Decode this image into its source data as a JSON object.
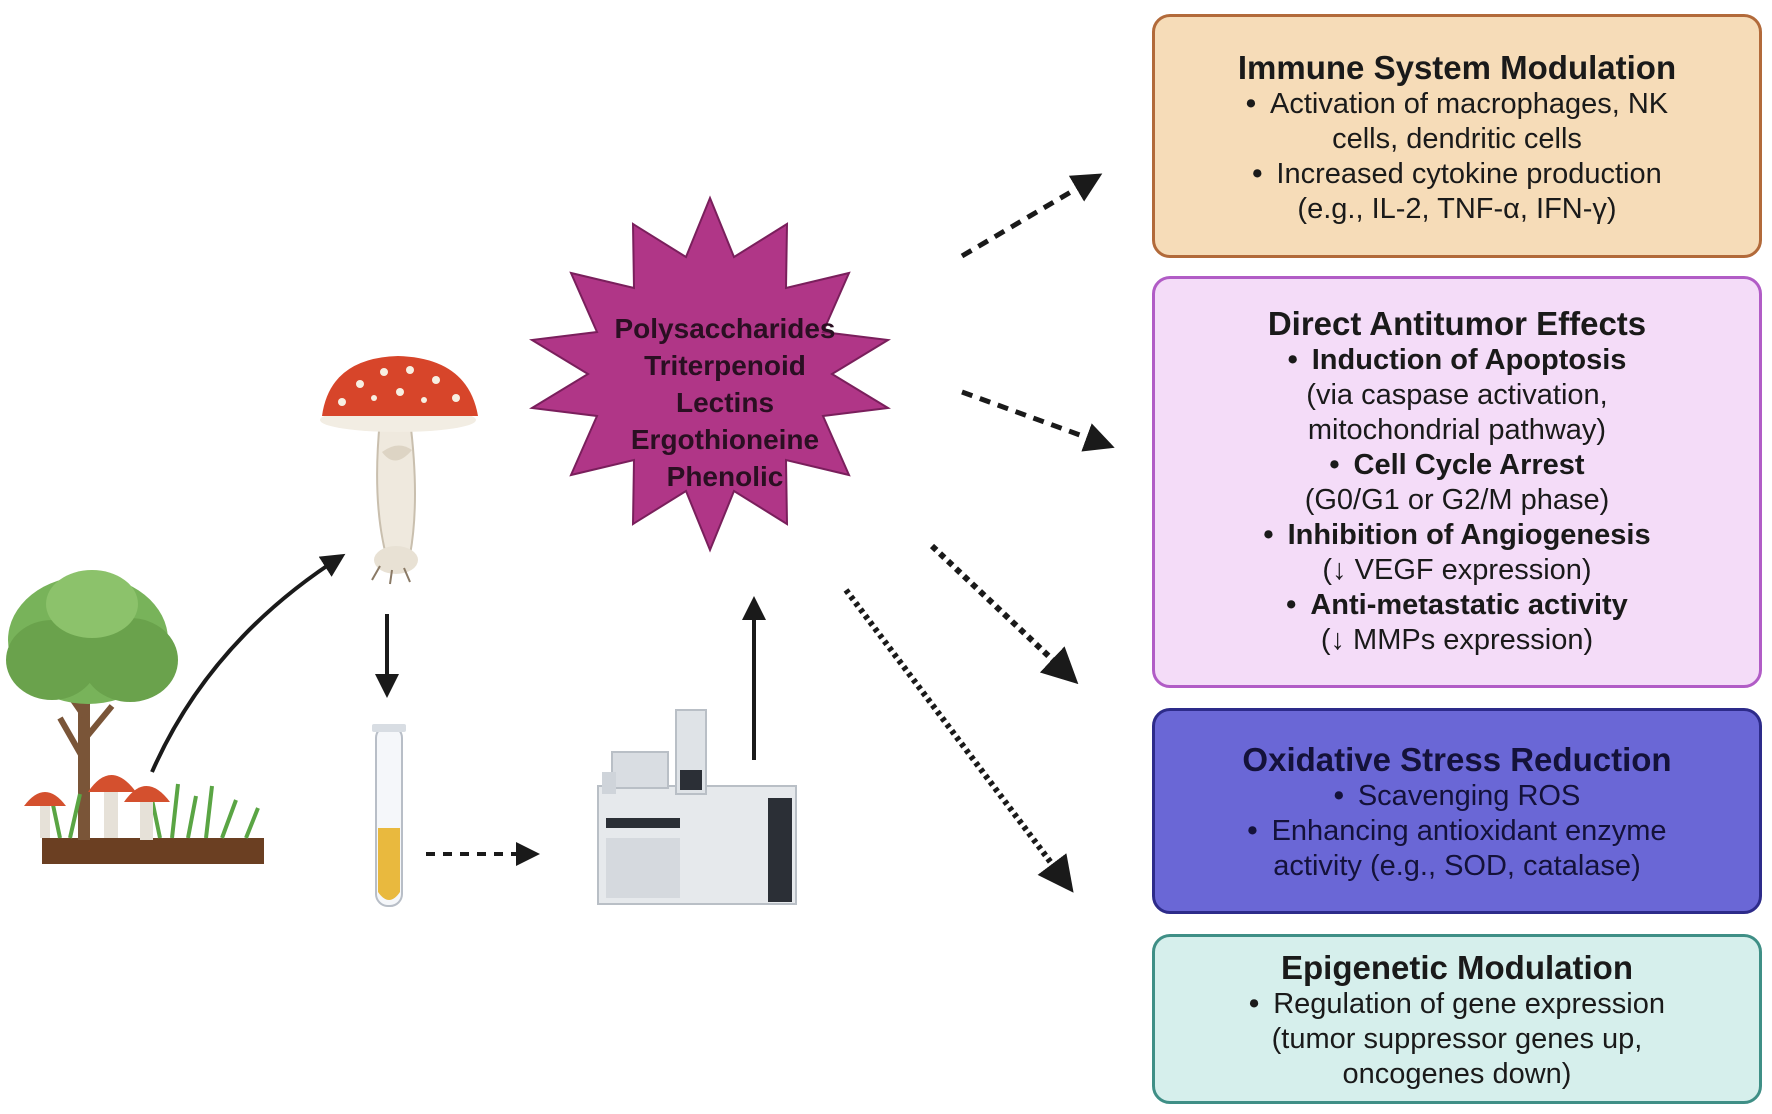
{
  "compounds": [
    "Polysaccharides",
    "Triterpenoid",
    "Lectins",
    "Ergothioneine",
    "Phenolic"
  ],
  "boxes": [
    {
      "title": "Immune System Modulation",
      "items": [
        {
          "bold": "",
          "main": "Activation of macrophages, NK",
          "sub": "cells, dendritic cells"
        },
        {
          "bold": "",
          "main": "Increased cytokine production",
          "sub": "(e.g., IL-2, TNF-α, IFN-γ)"
        }
      ]
    },
    {
      "title": "Direct Antitumor Effects",
      "items": [
        {
          "bold": "Induction of Apoptosis",
          "main": "",
          "sub": "(via caspase activation,",
          "sub2": "mitochondrial pathway)"
        },
        {
          "bold": "Cell Cycle Arrest",
          "main": "",
          "sub": "(G0/G1 or G2/M phase)"
        },
        {
          "bold": "Inhibition of Angiogenesis",
          "main": "",
          "sub": "(↓ VEGF expression)"
        },
        {
          "bold": "Anti-metastatic activity",
          "main": "",
          "sub": "(↓ MMPs expression)"
        }
      ]
    },
    {
      "title": "Oxidative Stress Reduction",
      "items": [
        {
          "bold": "",
          "main": "Scavenging ROS",
          "sub": ""
        },
        {
          "bold": "",
          "main": "Enhancing antioxidant enzyme",
          "sub": "activity (e.g., SOD, catalase)"
        }
      ]
    },
    {
      "title": "Epigenetic Modulation",
      "items": [
        {
          "bold": "",
          "main": "Regulation of gene expression",
          "sub": "(tumor suppressor genes up,",
          "sub2": "oncogenes down)"
        }
      ]
    }
  ],
  "bullet_char": "•",
  "colors": {
    "immune_fill": "#f6dcb8",
    "immune_border": "#b26a3a",
    "antitumor_fill": "#f4dcf8",
    "antitumor_border": "#b15cc6",
    "oxidative_fill": "#6a67d6",
    "oxidative_border": "#2d2b8a",
    "epigenetic_fill": "#d6efec",
    "epigenetic_border": "#3f8f86",
    "star_fill": "#b03687",
    "star_border": "#7a1f5c"
  },
  "icons": [
    "tree-with-mushrooms-icon",
    "mushroom-icon",
    "test-tube-icon",
    "lab-instrument-icon"
  ]
}
